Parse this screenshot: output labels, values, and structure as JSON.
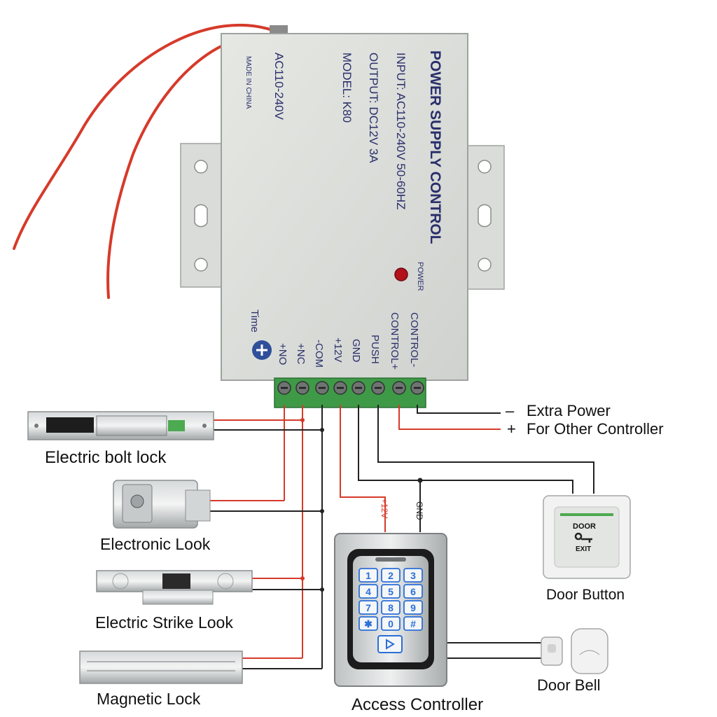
{
  "power_box": {
    "title": "POWER SUPPLY CONTROL",
    "input": "INPUT: AC110-240V 50-60HZ",
    "output": "OUTPUT: DC12V 3A",
    "model": "MODEL: K80",
    "ac_label": "AC110-240V",
    "made_in": "MADE IN CHINA",
    "power_led_label": "POWER",
    "time_label": "Time",
    "terminals": [
      "+NO",
      "+NC",
      "-COM",
      "+12V",
      "GND",
      "PUSH",
      "CONTROL+",
      "CONTROL-"
    ]
  },
  "extra_power": {
    "minus_sign": "–",
    "line1": "Extra Power",
    "plus_sign": "+",
    "line2": "For Other Controller"
  },
  "devices": {
    "electric_bolt_lock": "Electric bolt lock",
    "electronic_lock": "Electronic Look",
    "electric_strike_lock": "Electric Strike Look",
    "magnetic_lock": "Magnetic Lock",
    "access_controller": "Access Controller",
    "door_button": "Door Button",
    "door_bell": "Door Bell"
  },
  "wire_labels": {
    "plus12v": "+12V",
    "gnd": "GND"
  },
  "door_button_face": {
    "top": "DOOR",
    "bottom": "EXIT"
  },
  "keypad": [
    "1",
    "2",
    "3",
    "4",
    "5",
    "6",
    "7",
    "8",
    "9",
    "✱",
    "0",
    "#"
  ],
  "colors": {
    "red_wire": "#d63a2a",
    "black_wire": "#222222",
    "terminal_green": "#3f9a47",
    "box_gray": "#d9dcd8",
    "keypad_blue": "#2b6fd8"
  }
}
